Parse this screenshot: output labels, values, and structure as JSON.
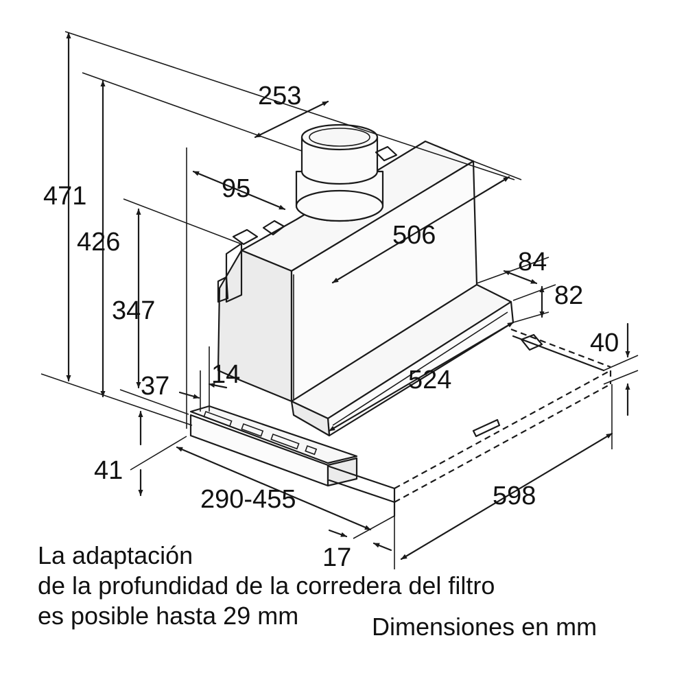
{
  "dimensions": {
    "d471": "471",
    "d426": "426",
    "d347": "347",
    "d253": "253",
    "d95": "95",
    "d506": "506",
    "d84": "84",
    "d82": "82",
    "d40": "40",
    "d524": "524",
    "d37": "37",
    "d14": "14",
    "d41": "41",
    "d290_455": "290-455",
    "d598": "598",
    "d17": "17"
  },
  "notes": {
    "adaptation": [
      "La adaptación",
      "de la profundidad de la corredera del filtro",
      "es posible hasta 29 mm"
    ],
    "units": "Dimensiones en mm"
  }
}
